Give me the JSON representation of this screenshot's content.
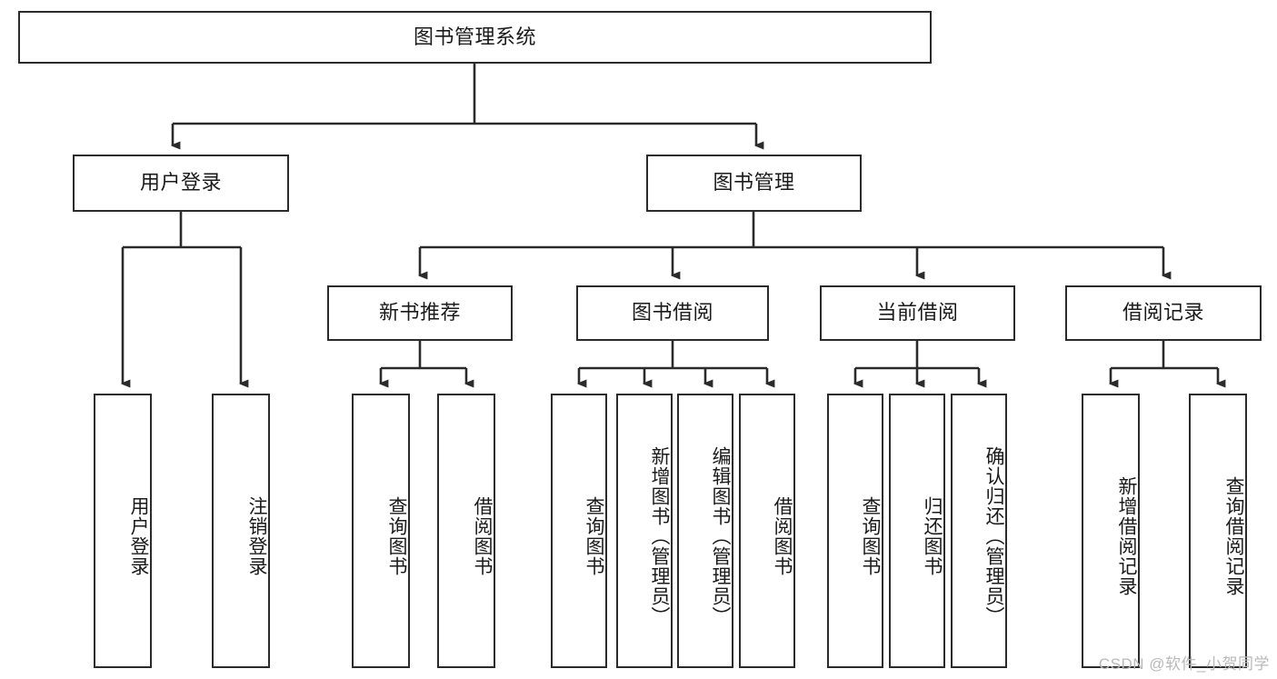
{
  "diagram": {
    "type": "tree-hierarchy",
    "title": "图书管理系统",
    "watermark": "CSDN @软件_小贺同学",
    "colors": {
      "stroke": "#2b2b2b",
      "fill": "#ffffff",
      "text": "#1a1a1a",
      "watermark": "#b9b9b9"
    },
    "nodes": {
      "root": {
        "label": "图书管理系统",
        "level": 1,
        "orientation": "horizontal"
      },
      "l2": [
        {
          "id": "user-login",
          "label": "用户登录",
          "level": 2,
          "orientation": "horizontal"
        },
        {
          "id": "book-manage",
          "label": "图书管理",
          "level": 2,
          "orientation": "horizontal"
        }
      ],
      "l3": [
        {
          "id": "new-book-rec",
          "label": "新书推荐",
          "level": 3,
          "orientation": "horizontal"
        },
        {
          "id": "book-borrow",
          "label": "图书借阅",
          "level": 3,
          "orientation": "horizontal"
        },
        {
          "id": "current-borrow",
          "label": "当前借阅",
          "level": 3,
          "orientation": "horizontal"
        },
        {
          "id": "borrow-record",
          "label": "借阅记录",
          "level": 3,
          "orientation": "horizontal"
        }
      ],
      "leaves": {
        "user_login": [
          {
            "id": "leaf-user-login",
            "label": "用户登录"
          },
          {
            "id": "leaf-logout",
            "label": "注销登录"
          }
        ],
        "new_book_rec": [
          {
            "id": "leaf-query-book-1",
            "label": "查询图书"
          },
          {
            "id": "leaf-borrow-book-1",
            "label": "借阅图书"
          }
        ],
        "book_borrow": [
          {
            "id": "leaf-query-book-2",
            "label": "查询图书"
          },
          {
            "id": "leaf-add-book",
            "label": "新增图书（管理员）"
          },
          {
            "id": "leaf-edit-book",
            "label": "编辑图书（管理员）"
          },
          {
            "id": "leaf-borrow-book-2",
            "label": "借阅图书"
          }
        ],
        "current_borrow": [
          {
            "id": "leaf-query-book-3",
            "label": "查询图书"
          },
          {
            "id": "leaf-return-book",
            "label": "归还图书"
          },
          {
            "id": "leaf-confirm-return",
            "label": "确认归还（管理员）"
          }
        ],
        "borrow_record": [
          {
            "id": "leaf-add-record",
            "label": "新增借阅记录"
          },
          {
            "id": "leaf-query-record",
            "label": "查询借阅记录"
          }
        ]
      }
    }
  }
}
